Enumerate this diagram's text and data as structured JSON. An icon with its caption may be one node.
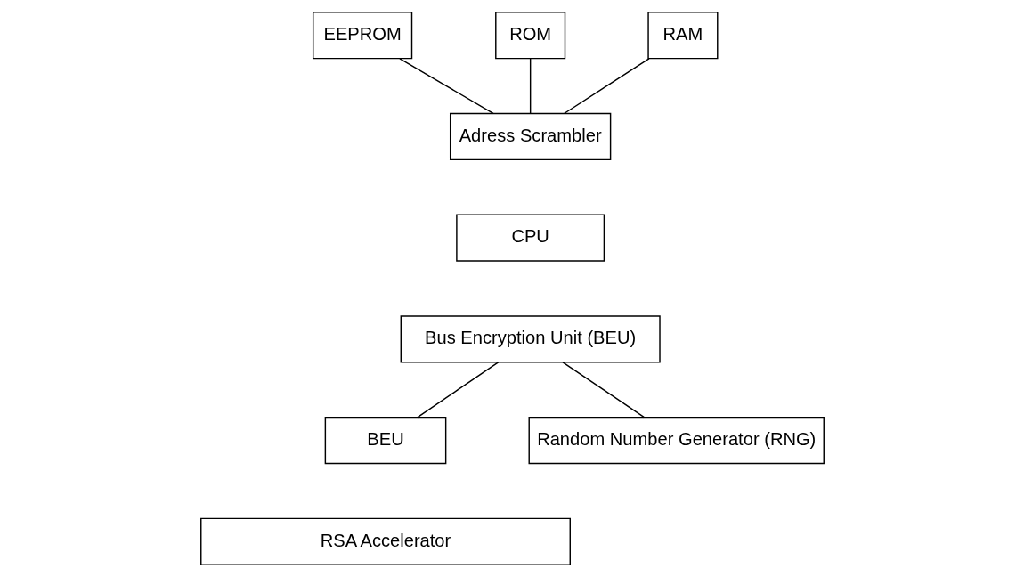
{
  "diagram": {
    "nodes": [
      {
        "text": [
          "EEPROM"
        ]
      },
      {
        "text": [
          "ROM"
        ]
      },
      {
        "text": [
          "RAM"
        ]
      },
      {
        "text": [
          "Adress Scrambler"
        ]
      },
      {
        "text": [
          "CPU"
        ]
      },
      {
        "text": [
          "Bus Encryption Unit (BEU)"
        ]
      },
      {
        "text": [
          "BEU"
        ]
      },
      {
        "text": [
          "RSA Accelerator"
        ]
      },
      {
        "text": [
          "Random Number Generator (RNG)"
        ]
      }
    ],
    "edges": [
      {
        "from": 0,
        "to": 3,
        "arrow": "none"
      },
      {
        "from": 1,
        "to": 3,
        "arrow": "none"
      },
      {
        "from": 2,
        "to": 3,
        "arrow": "none"
      },
      {
        "from": 5,
        "to": 6,
        "arrow": "none"
      },
      {
        "from": 5,
        "to": 8,
        "arrow": "none"
      }
    ]
  }
}
